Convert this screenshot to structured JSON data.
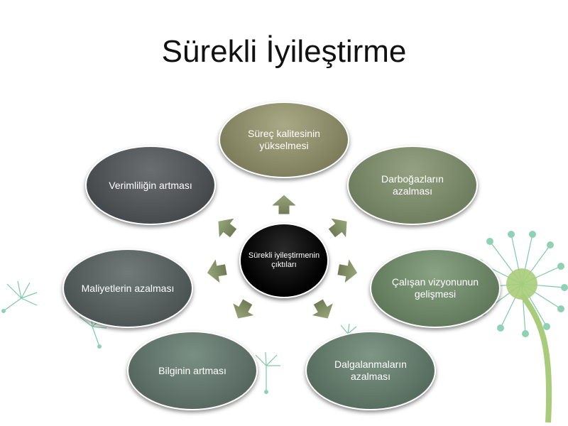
{
  "title": "Sürekli İyileştirme",
  "center": "Sürekli iyileştirmenin çıktıları",
  "nodes": [
    {
      "label": "Süreç kalitesinin yükselmesi"
    },
    {
      "label": "Darboğazların azalması"
    },
    {
      "label": "Çalışan vizyonunun gelişmesi"
    },
    {
      "label": "Dalgalanmaların azalması"
    },
    {
      "label": "Bilginin artması"
    },
    {
      "label": "Maliyetlerin azalması"
    },
    {
      "label": "Verimliliğin artması"
    }
  ]
}
